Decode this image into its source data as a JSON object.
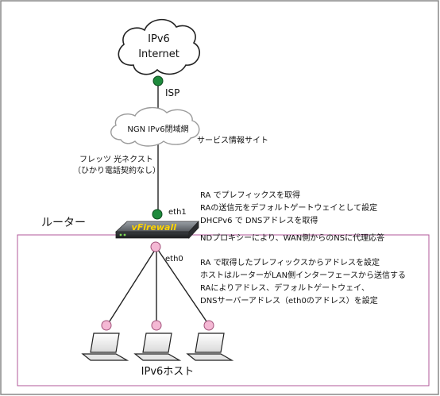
{
  "cloud_internet": {
    "line1": "IPv6",
    "line2": "Internet"
  },
  "isp_label": "ISP",
  "cloud_ngn": {
    "label": "NGN IPv6閉域網"
  },
  "service_info_label": "サービス情報サイト",
  "flets_label": {
    "line1": "フレッツ 光ネクスト",
    "line2": "（ひかり電話契約なし）"
  },
  "eth1_label": "eth1",
  "eth0_label": "eth0",
  "router_label": "ルーター",
  "router_brand": "vFirewall",
  "eth1_notes": [
    "RA でプレフィックスを取得",
    "RAの送信元をデフォルトゲートウェイとして設定",
    "DHCPv6 で DNSアドレスを取得"
  ],
  "nd_proxy_note": "NDプロキシーにより、WAN側からのNSに代理応答",
  "eth0_notes": [
    "RA で取得したプレフィックスからアドレスを設定",
    "ホストはルーターがLAN側インターフェースから送信する",
    "RAによりアドレス、デフォルトゲートウェイ、",
    "DNSサーバーアドレス（eth0のアドレス）を設定"
  ],
  "hosts_label": "IPv6ホスト",
  "colors": {
    "port_green": "#1e8a3c",
    "port_pink": "#f4b8d4",
    "lan_box": "#b0579a",
    "border": "#888888"
  }
}
